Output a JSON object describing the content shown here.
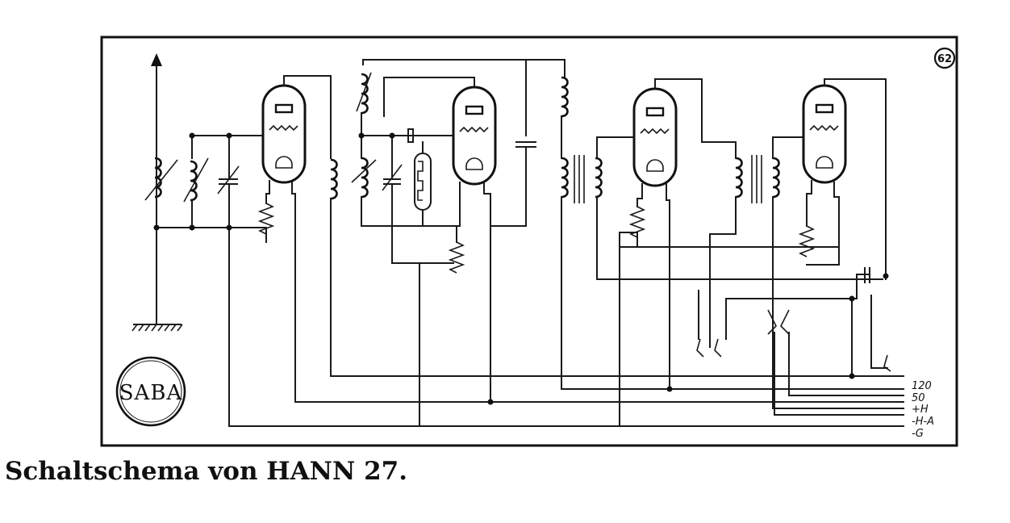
{
  "caption": "Schaltschema von HANN 27.",
  "logo_text": "SABA",
  "page_number": "62",
  "terminal_labels": {
    "t120": "120",
    "t50": "50",
    "th": "+H",
    "thm": "-H-A",
    "tg": "-G"
  },
  "colors": {
    "ink": "#1a1a1a",
    "paper": "#ffffff"
  },
  "icons": [
    "antenna-icon",
    "ground-icon",
    "vacuum-tube-icon",
    "coil-icon",
    "variable-capacitor-icon",
    "transformer-icon",
    "resistor-icon"
  ]
}
